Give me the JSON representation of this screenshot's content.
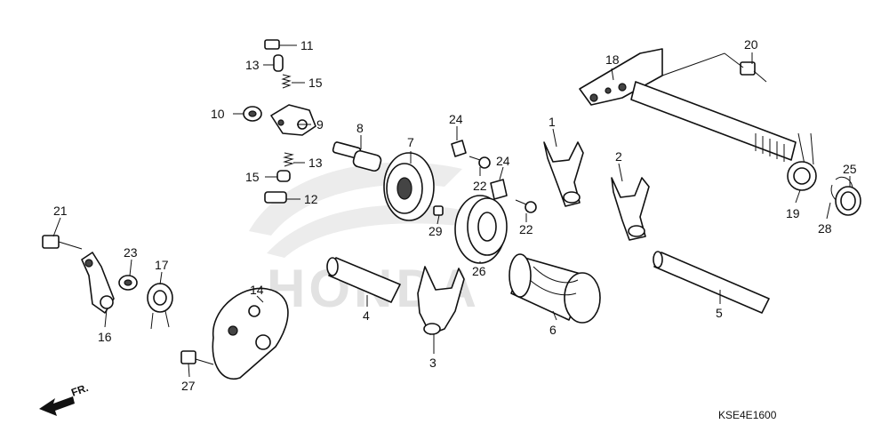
{
  "diagram": {
    "code": "KSE4E1600",
    "front_marker": "FR.",
    "watermark": "HONDA",
    "colors": {
      "ink": "#111111",
      "watermark": "#e2e2e2",
      "background": "#ffffff"
    },
    "callouts": [
      "11",
      "13",
      "15",
      "10",
      "9",
      "8",
      "13",
      "15",
      "12",
      "7",
      "24",
      "22",
      "24",
      "22",
      "29",
      "26",
      "1",
      "2",
      "18",
      "20",
      "19",
      "28",
      "25",
      "21",
      "23",
      "17",
      "16",
      "14",
      "27",
      "4",
      "3",
      "6",
      "5"
    ]
  }
}
